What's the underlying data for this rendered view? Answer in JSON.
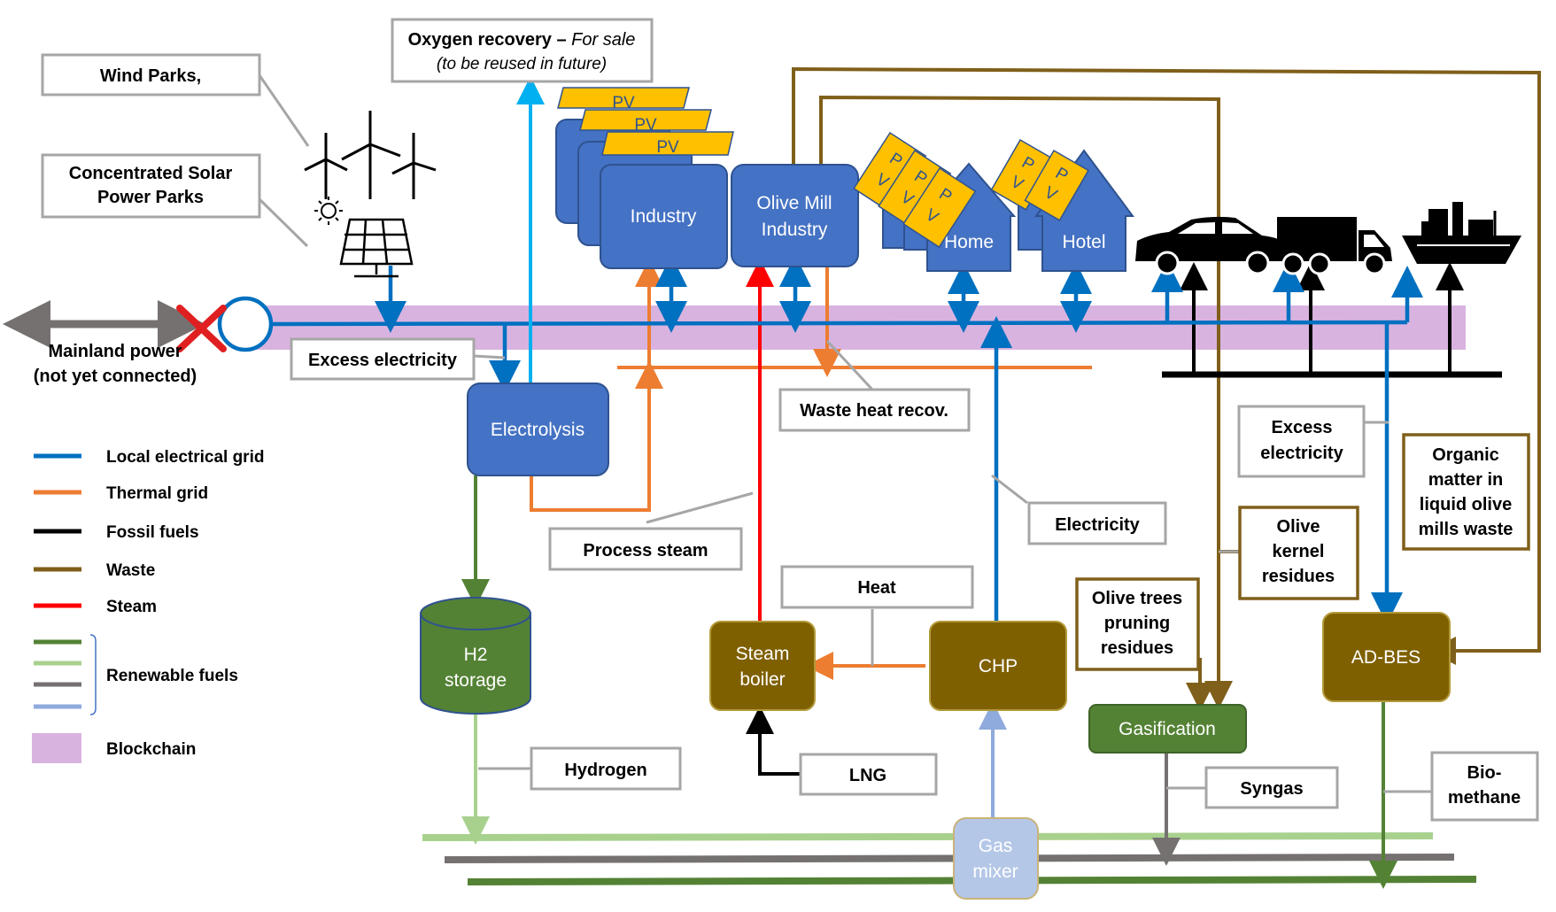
{
  "colors": {
    "electrical": "#0070c0",
    "thermal": "#ed7d31",
    "fossil": "#000000",
    "waste": "#7f5f1a",
    "steam": "#ff0000",
    "hydrogen_line": "#a9d18e",
    "dark_green": "#548235",
    "grey_line": "#767171",
    "light_blue": "#8faadc",
    "blockchain": "#d9b3e0",
    "cyan": "#00b0f0"
  },
  "labels": {
    "wind_parks": "Wind Parks,",
    "csp_line1": "Concentrated  Solar",
    "csp_line2": "Power Parks",
    "oxygen_bold": "Oxygen recovery –",
    "oxygen_italic": " For sale",
    "oxygen_line2": "(to be reused in future)",
    "mainland_line1": "Mainland power",
    "mainland_line2": "(not yet connected)",
    "excess_electricity_1": "Excess electricity",
    "waste_heat": "Waste heat recov.",
    "process_steam": "Process steam",
    "electricity": "Electricity",
    "heat": "Heat",
    "excess_electricity_2_line1": "Excess",
    "excess_electricity_2_line2": "electricity",
    "organic_line1": "Organic",
    "organic_line2": "matter in",
    "organic_line3": "liquid olive",
    "organic_line4": "mills waste",
    "olive_kernel_line1": "Olive",
    "olive_kernel_line2": "kernel",
    "olive_kernel_line3": "residues",
    "olive_trees_line1": "Olive trees",
    "olive_trees_line2": "pruning",
    "olive_trees_line3": "residues",
    "hydrogen": "Hydrogen",
    "lng": "LNG",
    "syngas": "Syngas",
    "biomethane_line1": "Bio-",
    "biomethane_line2": "methane"
  },
  "nodes": {
    "pv": "PV",
    "pv_letters": [
      "P",
      "V"
    ],
    "industry": "Industry",
    "olive_mill_line1": "Olive Mill",
    "olive_mill_line2": "Industry",
    "home": "Home",
    "hotel": "Hotel",
    "electrolysis": "Electrolysis",
    "h2_line1": "H2",
    "h2_line2": "storage",
    "steam_boiler_line1": "Steam",
    "steam_boiler_line2": "boiler",
    "chp": "CHP",
    "gasification": "Gasification",
    "ad_bes": "AD-BES",
    "gas_mixer_line1": "Gas",
    "gas_mixer_line2": "mixer"
  },
  "legend": [
    {
      "label": "Local electrical grid",
      "color": "#0070c0"
    },
    {
      "label": "Thermal grid",
      "color": "#ed7d31"
    },
    {
      "label": "Fossil fuels",
      "color": "#000000"
    },
    {
      "label": "Waste",
      "color": "#7f5f1a"
    },
    {
      "label": "Steam",
      "color": "#ff0000"
    }
  ],
  "legend_renewable": {
    "label": "Renewable fuels",
    "colors": [
      "#548235",
      "#a9d18e",
      "#767171",
      "#8faadc"
    ]
  },
  "legend_blockchain": {
    "label": "Blockchain",
    "color": "#d9b3e0"
  },
  "icons": [
    "wind-turbine-icon",
    "sun-icon",
    "solar-panel-icon",
    "car-icon",
    "truck-icon",
    "ship-icon",
    "cross-icon"
  ]
}
